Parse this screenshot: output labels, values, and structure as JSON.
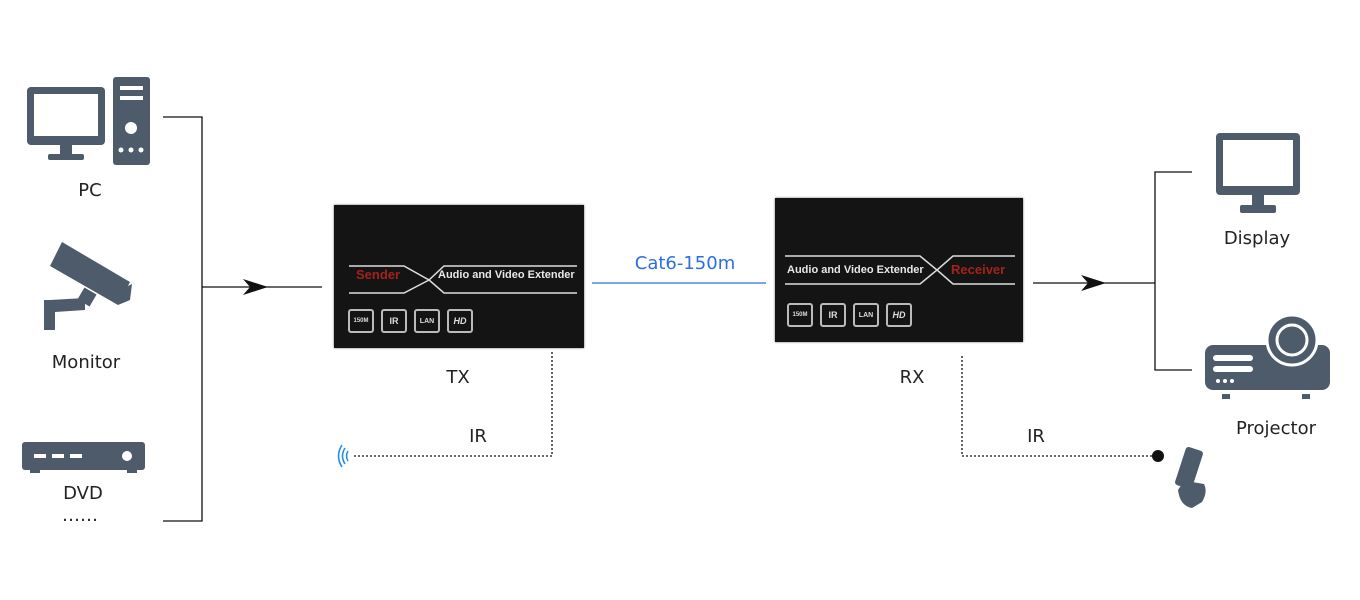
{
  "sources": [
    {
      "label": "PC",
      "icon": "pc-icon"
    },
    {
      "label": "Monitor",
      "icon": "cctv-camera-icon"
    },
    {
      "label": "DVD",
      "icon": "dvd-player-icon"
    }
  ],
  "sources_more": "……",
  "tx": {
    "label": "TX",
    "role": "Sender",
    "title": "Audio and Video Extender",
    "badges": [
      "150M",
      "IR",
      "LAN",
      "HD"
    ]
  },
  "rx": {
    "label": "RX",
    "role": "Receiver",
    "title": "Audio and Video Extender",
    "badges": [
      "150M",
      "IR",
      "LAN",
      "HD"
    ]
  },
  "link": {
    "label": "Cat6-150m",
    "color": "#2b6fe0"
  },
  "ir_tx": "IR",
  "ir_rx": "IR",
  "outputs": [
    {
      "label": "Display",
      "icon": "display-icon"
    },
    {
      "label": "Projector",
      "icon": "projector-icon"
    }
  ],
  "colors": {
    "icon": "#4d5b6a",
    "device": "#141414",
    "role": "#a3221c"
  }
}
